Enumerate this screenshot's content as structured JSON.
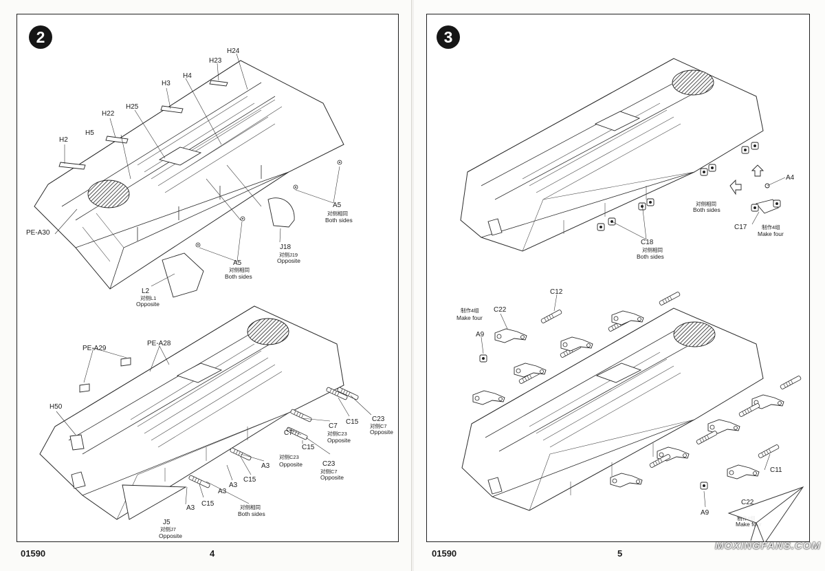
{
  "left_page": {
    "step": "2",
    "code": "01590",
    "number": "4",
    "labels": {
      "H24": "H24",
      "H23": "H23",
      "H4": "H4",
      "H3": "H3",
      "H25": "H25",
      "H22": "H22",
      "H5": "H5",
      "H2": "H2",
      "PE_A30": "PE-A30",
      "A5_right": "A5",
      "A5_right_cn": "对侧相同",
      "A5_right_en": "Both sides",
      "J18": "J18",
      "J18_cn": "对侧J19",
      "J18_en": "Opposite",
      "A5_mid": "A5",
      "A5_mid_cn": "对侧相同",
      "A5_mid_en": "Both sides",
      "L2": "L2",
      "L2_cn": "对侧L1",
      "L2_en": "Opposite",
      "PE_A29": "PE-A29",
      "PE_A28": "PE-A28",
      "H50": "H50",
      "C23_a": "C23",
      "C23_a_cn": "对侧C7",
      "C23_a_en": "Opposite",
      "C15_a": "C15",
      "C7_a": "C7",
      "C7_a_cn": "对侧C23",
      "C7_a_en": "Opposite",
      "C7_b": "C7",
      "C7_b_cn": "对侧C23",
      "C7_b_en": "Opposite",
      "C15_b": "C15",
      "C23_b": "C23",
      "C23_b_cn": "对侧C7",
      "C23_b_en": "Opposite",
      "A3_a": "A3",
      "C15_c": "C15",
      "A3_b": "A3",
      "A3_c": "A3",
      "C15_d": "C15",
      "both_cn": "对侧相同",
      "both_en": "Both sides",
      "J5": "J5",
      "J5_cn": "对侧J7",
      "J5_en": "Opposite"
    }
  },
  "right_page": {
    "step": "3",
    "code": "01590",
    "number": "5",
    "labels": {
      "A4": "A4",
      "mid_cn": "对侧相同",
      "mid_en": "Both sides",
      "C17": "C17",
      "C17_cn": "制作4组",
      "C17_en": "Make four",
      "C18": "C18",
      "C18_cn": "对侧相同",
      "C18_en": "Both sides",
      "C12": "C12",
      "C22": "C22",
      "make_four_cn": "制作4组",
      "make_four_en": "Make four",
      "A9_a": "A9",
      "C11": "C11",
      "A9_b": "A9",
      "C22_b": "C22",
      "make_four_b_cn": "制作4组",
      "make_four_b_en": "Make four"
    }
  },
  "watermark": "MOXINGFANS.COM"
}
